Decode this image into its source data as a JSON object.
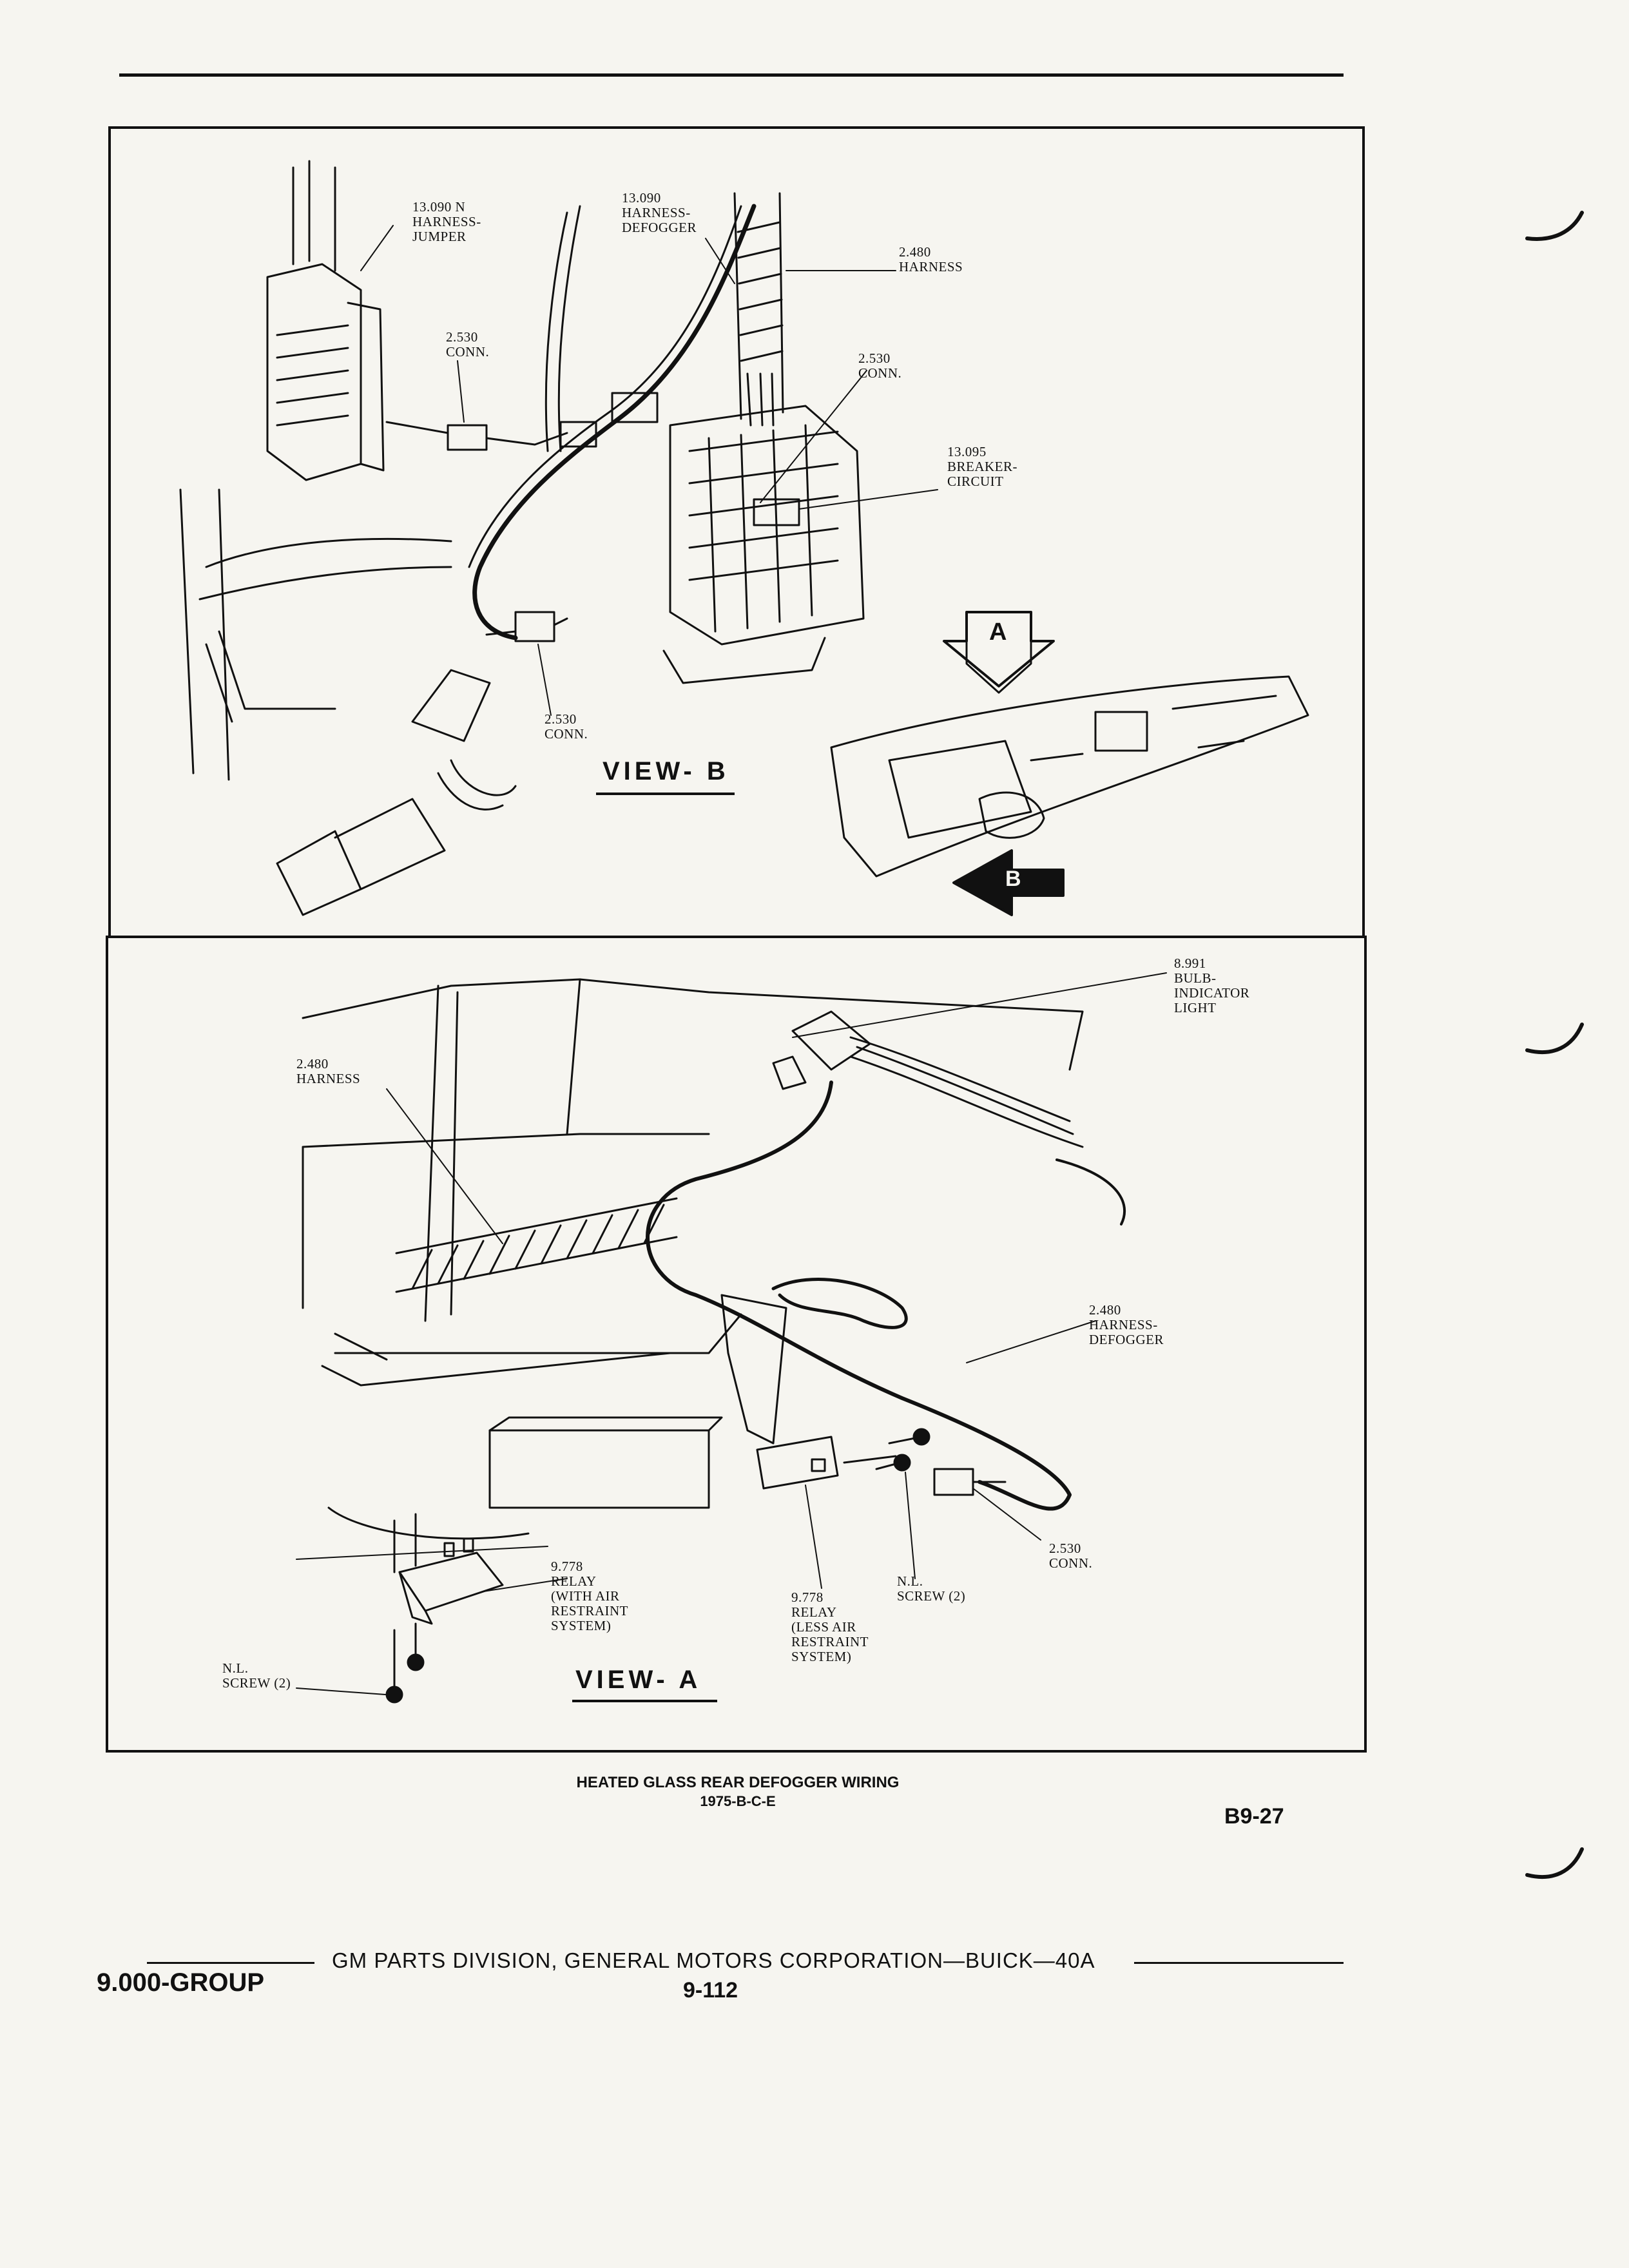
{
  "view_b": {
    "title": "VIEW- B",
    "labels": {
      "harness_jumper": "13.090 N\nHARNESS-\nJUMPER",
      "harness_defogger": "13.090\nHARNESS-\nDEFOGGER",
      "harness": "2.480\nHARNESS",
      "conn_left": "2.530\nCONN.",
      "conn_right": "2.530\nCONN.",
      "breaker_circuit": "13.095\nBREAKER-\nCIRCUIT",
      "conn_bottom": "2.530\nCONN."
    },
    "arrow_a": "A",
    "arrow_b": "B"
  },
  "view_a": {
    "title": "VIEW- A",
    "labels": {
      "bulb": "8.991\nBULB-\nINDICATOR\nLIGHT",
      "harness": "2.480\nHARNESS",
      "harness_defogger": "2.480\nHARNESS-\nDEFOGGER",
      "conn": "2.530\nCONN.",
      "screw_right": "N.L.\nSCREW (2)",
      "relay_with": "9.778\nRELAY\n(WITH AIR\nRESTRAINT\nSYSTEM)",
      "relay_less": "9.778\nRELAY\n(LESS AIR\nRESTRAINT\nSYSTEM)",
      "screw_left": "N.L.\nSCREW (2)"
    }
  },
  "caption": {
    "title": "HEATED GLASS REAR DEFOGGER WIRING",
    "subtitle": "1975-B-C-E"
  },
  "figure_number": "B9-27",
  "footer": {
    "group": "9.000-GROUP",
    "publisher": "GM PARTS DIVISION,  GENERAL MOTORS CORPORATION—BUICK—40A",
    "page": "9-112"
  }
}
